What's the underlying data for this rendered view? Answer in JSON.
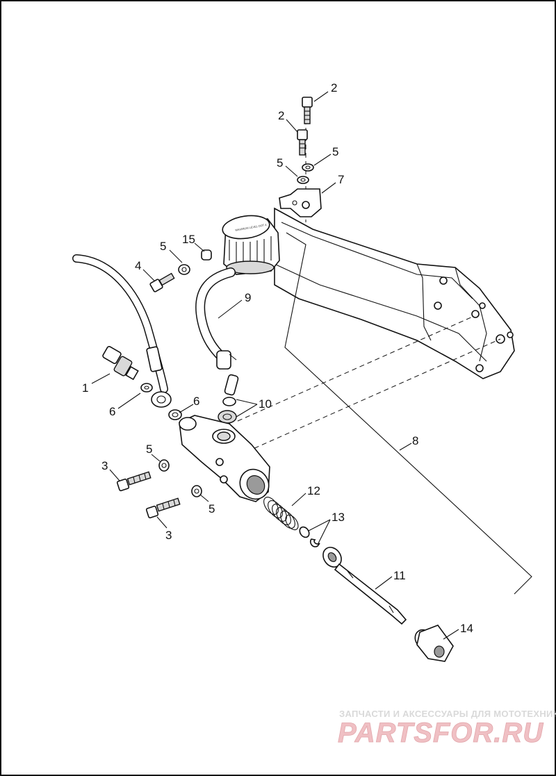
{
  "diagram": {
    "callouts": {
      "c1": "1",
      "c2a": "2",
      "c2b": "2",
      "c3a": "3",
      "c3b": "3",
      "c4": "4",
      "c5a": "5",
      "c5b": "5",
      "c5c": "5",
      "c5d": "5",
      "c5e": "5",
      "c6a": "6",
      "c6b": "6",
      "c7": "7",
      "c8": "8",
      "c9": "9",
      "c10": "10",
      "c11": "11",
      "c12": "12",
      "c13": "13",
      "c14": "14",
      "c15": "15"
    },
    "reservoir_cap_text": "MAXIMUM LEVEL DOT 4"
  },
  "watermark": {
    "caption": "ЗАПЧАСТИ И АКСЕССУАРЫ ДЛЯ МОТОТЕХНИКИ",
    "logo": "PARTSFOR.RU"
  }
}
